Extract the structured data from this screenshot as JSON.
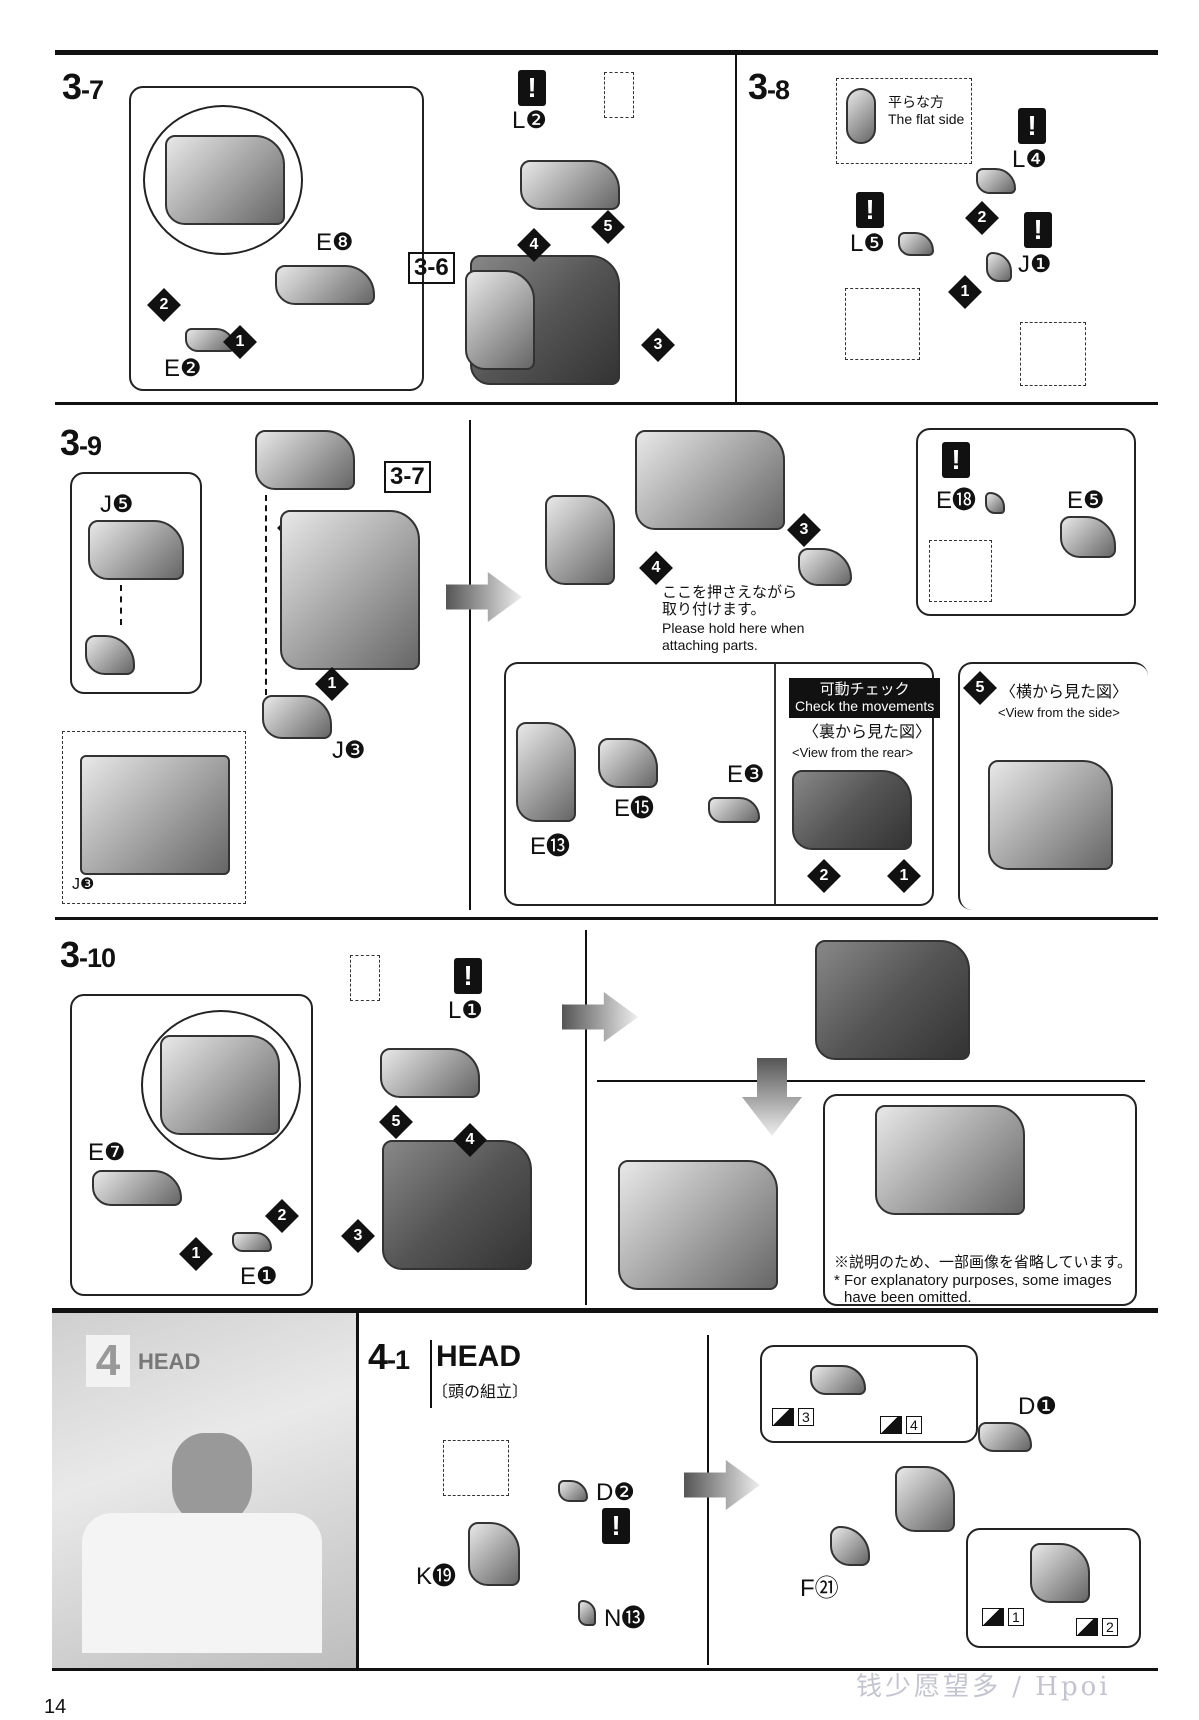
{
  "steps": {
    "s3_7": {
      "num": "3",
      "sub": "-7",
      "labels": {
        "e8": "E❽",
        "e2": "E❷",
        "l2": "L❷"
      },
      "arrows": [
        "1",
        "2",
        "4",
        "5",
        "3"
      ],
      "ref": "3-6"
    },
    "s3_8": {
      "num": "3",
      "sub": "-8",
      "flat_jp": "平らな方",
      "flat_en": "The flat side",
      "labels": {
        "l4": "L❹",
        "l5": "L❺",
        "j1": "J❶"
      },
      "arrows": [
        "2",
        "1"
      ]
    },
    "s3_9": {
      "num": "3",
      "sub": "-9",
      "ref": "3-7",
      "labels": {
        "j5": "J❺",
        "j3": "J❸",
        "j3b": "J❸",
        "e18": "E⓲",
        "e5": "E❺",
        "e3": "E❸",
        "e15": "E⓯",
        "e13": "E⓭"
      },
      "arrows": [
        "2",
        "1",
        "4",
        "3",
        "2",
        "1",
        "5"
      ],
      "hold_jp1": "ここを押さえながら",
      "hold_jp2": "取り付けます。",
      "hold_en1": "Please hold here when",
      "hold_en2": "attaching parts.",
      "check_jp": "可動チェック",
      "check_en": "Check the movements",
      "rear_jp": "〈裏から見た図〉",
      "rear_en": "<View from the rear>",
      "side_jp": "〈横から見た図〉",
      "side_en": "<View from the side>"
    },
    "s3_10": {
      "num": "3",
      "sub": "-10",
      "labels": {
        "e7": "E❼",
        "e1": "E❶",
        "l1": "L❶"
      },
      "arrows": [
        "1",
        "2",
        "5",
        "4",
        "3"
      ],
      "note_jp": "※説明のため、一部画像を省略しています。",
      "note_en1": "* For explanatory purposes, some images",
      "note_en2": "have been omitted."
    },
    "s4_1": {
      "num": "4",
      "sub": "-1",
      "title": "HEAD",
      "title_jp": "〔頭の組立〕",
      "labels": {
        "d2": "D❷",
        "k19": "K⓳",
        "n13": "N⓭",
        "d1": "D❶",
        "f21": "F㉑"
      },
      "stickers": [
        "3",
        "4",
        "1",
        "2"
      ]
    }
  },
  "section": {
    "num": "4",
    "title": "HEAD"
  },
  "page_number": "14",
  "watermark": "钱少愿望多 / Hpoi"
}
